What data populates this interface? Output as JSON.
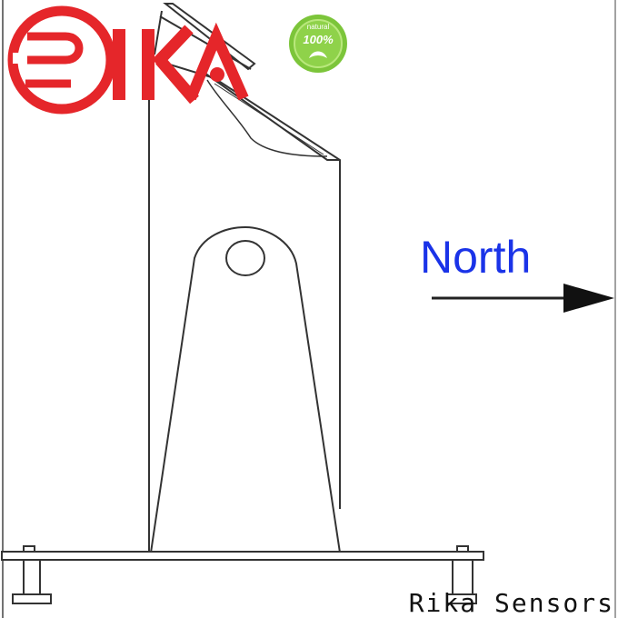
{
  "logo": {
    "text": "RiKA",
    "color": "#e5262a"
  },
  "badge": {
    "top_text": "natural",
    "value": "100%",
    "color": "#6dbe2a"
  },
  "diagram": {
    "direction_label": "North",
    "direction_color": "#1a33e8",
    "line_color": "#333333"
  },
  "watermark": "Rika Sensors"
}
